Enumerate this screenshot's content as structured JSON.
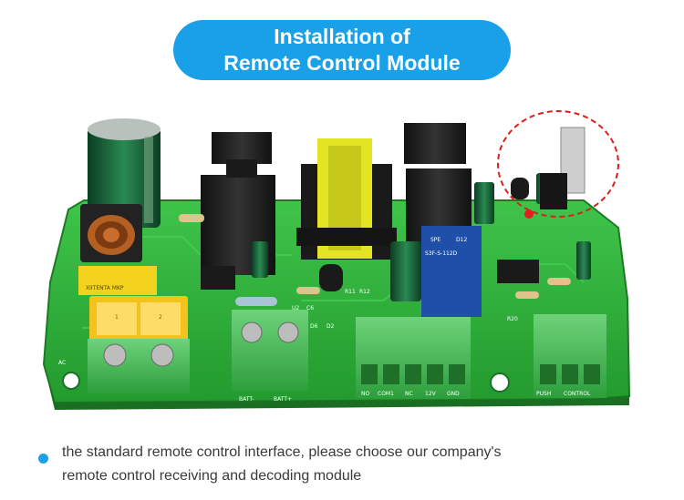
{
  "title": {
    "line1": "Installation of",
    "line2": "Remote Control Module"
  },
  "caption": {
    "line1": "the standard remote control interface, please choose our company's",
    "line2": "remote control receiving and decoding module"
  },
  "board": {
    "labels": {
      "fuse_1": "1",
      "fuse_2": "2",
      "capacitor_x2": "XIITENTA MKP",
      "relay_brand": "SPE",
      "relay_model": "S3F-S-112D",
      "relay_num": "D12",
      "batt_minus": "BATT-",
      "batt_plus": "BATT+",
      "term_no": "NO",
      "term_com": "COM1",
      "term_nc": "NC",
      "term_12v": "12V",
      "term_gnd": "GND",
      "term_push": "PUSH",
      "term_control": "CONTROL",
      "ref_d6": "D6",
      "ref_d2": "D2",
      "ref_r20": "R20",
      "ref_r11": "R11",
      "ref_r12": "R12",
      "ref_u2": "U2",
      "ref_c6": "C6",
      "ref_ac": "AC"
    },
    "colors": {
      "pcb": "#2fb43c",
      "accent": "#1aa0e8",
      "highlight_circle": "#d8201c"
    }
  }
}
